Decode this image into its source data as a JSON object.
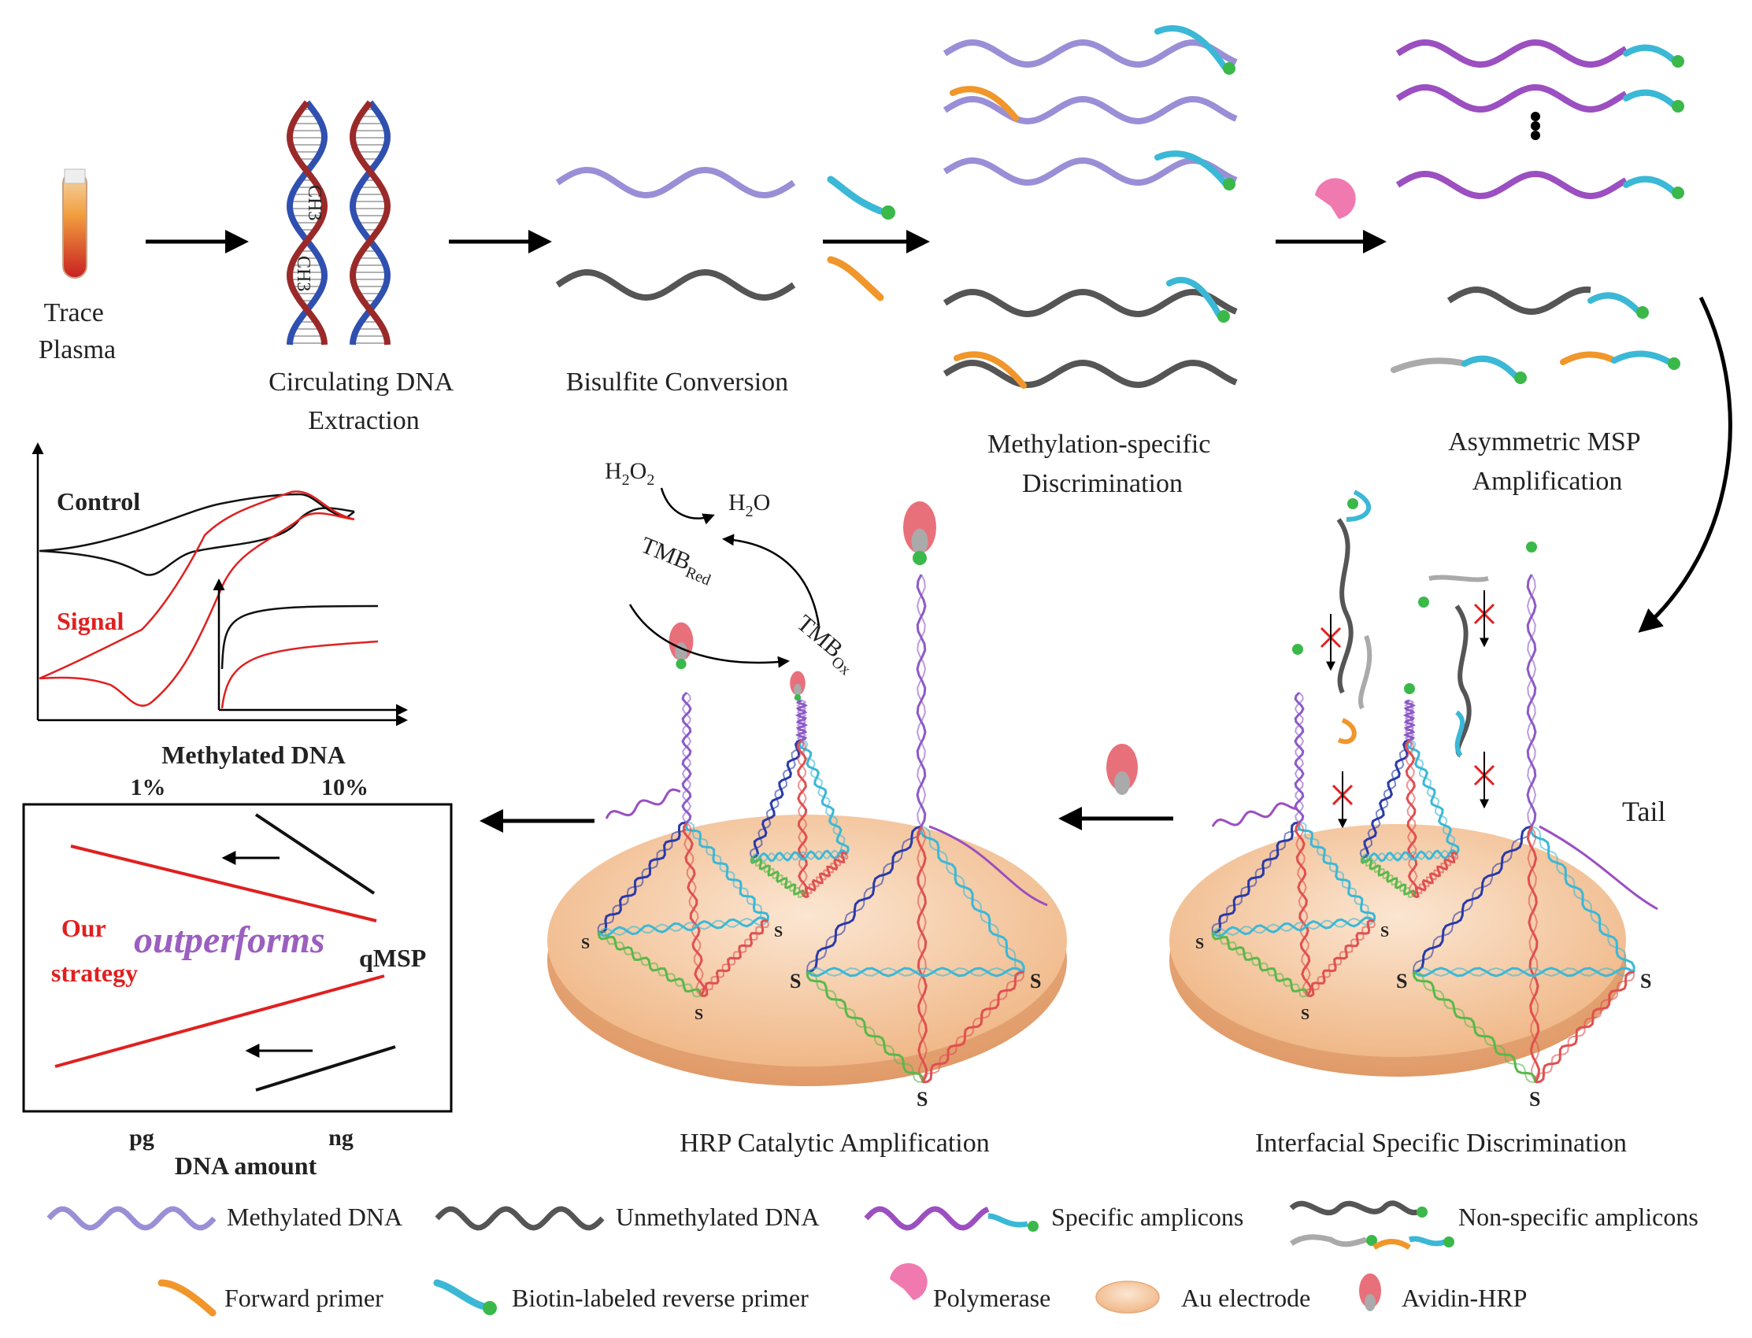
{
  "steps": {
    "trace_plasma": [
      "Trace",
      "Plasma"
    ],
    "extraction": [
      "Circulating DNA",
      "Extraction"
    ],
    "bisulfite": "Bisulfite Conversion",
    "msd": [
      "Methylation-specific",
      "Discrimination"
    ],
    "amsp": [
      "Asymmetric MSP",
      "Amplification"
    ],
    "isd": "Interfacial Specific Discrimination",
    "hrp": "HRP Catalytic Amplification"
  },
  "ch3_label": "CH3",
  "tail_label": "Tail",
  "surface_atom": "S",
  "reaction": {
    "h2o2": "H",
    "h2o2_sub": "2",
    "h2o2_mid": "O",
    "h2o2_sub2": "2",
    "h2o": "H",
    "h2o_sub": "2",
    "h2o_tail": "O",
    "tmb_red": "TMB",
    "tmb_red_sub": "Red",
    "tmb_ox": "TMB",
    "tmb_ox_sub": "Ox"
  },
  "cv_panel": {
    "control": "Control",
    "signal": "Signal"
  },
  "comparison": {
    "top_label": "Methylated DNA",
    "top_left": "1%",
    "top_right": "10%",
    "our_line1": "Our",
    "our_line2": "strategy",
    "outperforms": "outperforms",
    "qmsp": "qMSP",
    "bottom_left": "pg",
    "bottom_right": "ng",
    "bottom_label": "DNA amount"
  },
  "legend": {
    "methylated": "Methylated DNA",
    "unmethylated": "Unmethylated DNA",
    "specific": "Specific amplicons",
    "nonspecific": "Non-specific amplicons",
    "forward": "Forward primer",
    "reverse": "Biotin-labeled reverse primer",
    "polymerase": "Polymerase",
    "electrode": "Au electrode",
    "avidin": "Avidin-HRP"
  },
  "colors": {
    "methylated": "#9a8fd6",
    "unmethylated": "#555555",
    "specific": "#9b4fc0",
    "primer_rev": "#3bb8d6",
    "primer_fwd": "#f0962a",
    "biotin": "#3bb84a",
    "polymerase": "#f07ab0",
    "electrode": "#f6cfa8",
    "avidin": "#e8707a",
    "signal": "#e02020",
    "outperforms": "#9b5fc0"
  }
}
